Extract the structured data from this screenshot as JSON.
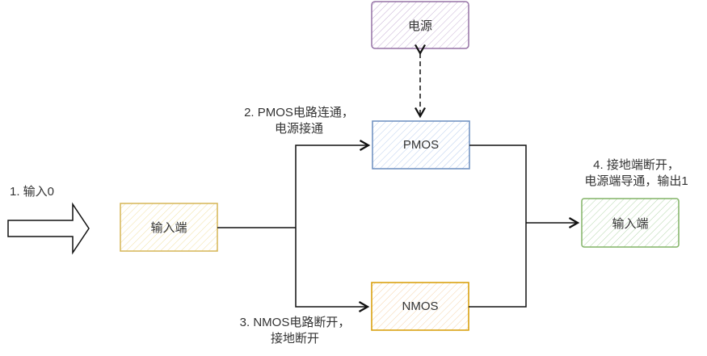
{
  "nodes": {
    "power": {
      "label": "电源",
      "stroke": "#9673a6",
      "fill": "#e1d5e7"
    },
    "pmos": {
      "label": "PMOS",
      "stroke": "#6c8ebf",
      "fill": "#dae8fc"
    },
    "nmos": {
      "label": "NMOS",
      "stroke": "#d79b00",
      "fill": "#ffe6cc"
    },
    "input": {
      "label": "输入端",
      "stroke": "#d6b656",
      "fill": "#fff2cc"
    },
    "output": {
      "label": "输入端",
      "stroke": "#82b366",
      "fill": "#d5e8d4"
    }
  },
  "annotations": {
    "step1": "1. 输入0",
    "step2_line1": "2. PMOS电路连通，",
    "step2_line2": "电源接通",
    "step3_line1": "3. NMOS电路断开，",
    "step3_line2": "接地断开",
    "step4_line1": "4. 接地端断开，",
    "step4_line2": "电源端导通，输出1"
  }
}
